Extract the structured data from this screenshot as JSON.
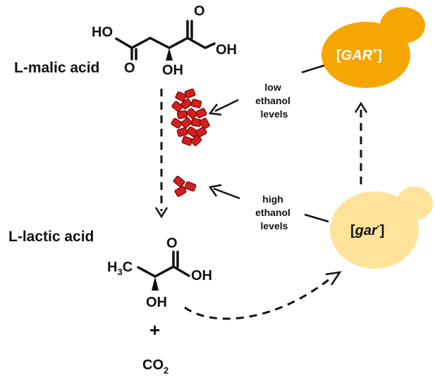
{
  "labels": {
    "malic_acid": "L-malic acid",
    "lactic_acid": "L-lactic acid",
    "plus": "+",
    "co2": "CO",
    "co2_sub": "2",
    "low_ethanol": [
      "low",
      "ethanol",
      "levels"
    ],
    "high_ethanol": [
      "high",
      "ethanol",
      "levels"
    ]
  },
  "malic_structure": {
    "ho_left": "HO",
    "o_top": "O",
    "oh_right": "OH",
    "o_bottom": "O",
    "oh_bottom": "OH"
  },
  "lactic_structure": {
    "h3c": "H",
    "h3c_sub": "3",
    "h3c_c": "C",
    "o_top": "O",
    "oh_right": "OH",
    "oh_bottom": "OH"
  },
  "cells": {
    "gar_plus": {
      "text": "[GAR",
      "sup": "+",
      "close": "]",
      "color": "#f5a600",
      "text_color": "#ffffff"
    },
    "gar_minus": {
      "text": "[gar",
      "sup": "-",
      "close": "]",
      "color": "#fde49a",
      "text_color": "#111111"
    }
  },
  "colors": {
    "particle": "#d41f1f",
    "line": "#111111"
  }
}
